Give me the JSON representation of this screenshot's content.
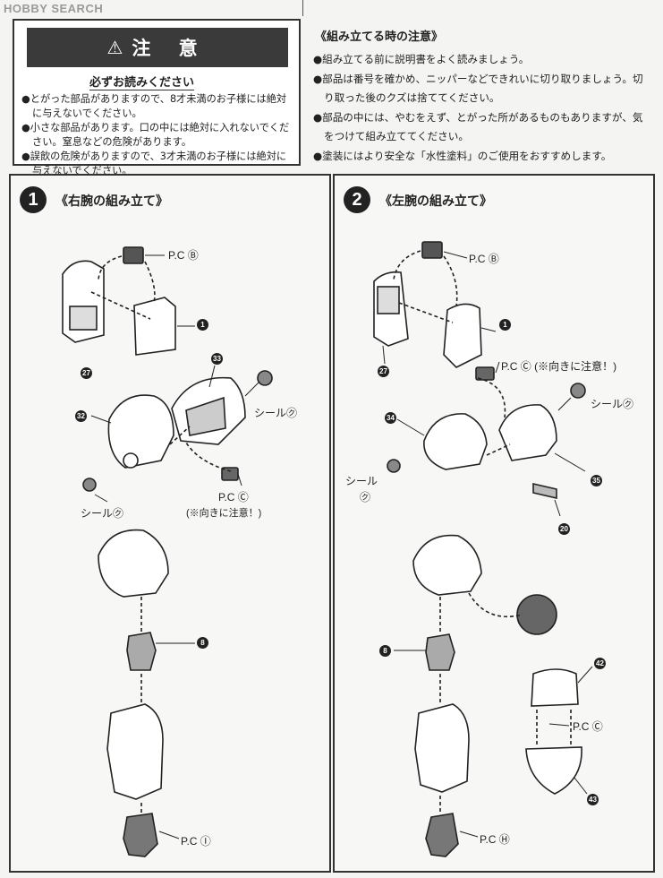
{
  "watermark": "HOBBY SEARCH",
  "warning": {
    "icon": "warning-triangle-icon",
    "title": "注 意",
    "subtitle": "必ずお読みください",
    "items": [
      "●とがった部品がありますので、8才未満のお子様には絶対に与えないでください。",
      "●小さな部品があります。口の中には絶対に入れないでください。窒息などの危険があります。",
      "●誤飲の危険がありますので、3才未満のお子様には絶対に与えないでください。"
    ]
  },
  "notes": {
    "title": "《組み立てる時の注意》",
    "items": [
      "●組み立てる前に説明書をよく読みましょう。",
      "●部品は番号を確かめ、ニッパーなどできれいに切り取りましょう。切り取った後のクズは捨ててください。",
      "●部品の中には、やむをえず、とがった所があるものもありますが、気をつけて組み立ててください。",
      "●塗装にはより安全な「水性塗料」のご使用をおすすめします。"
    ]
  },
  "step1": {
    "number": "1",
    "title": "《右腕の組み立て》",
    "labels": {
      "pcb": "P.C Ⓑ",
      "pcc": "P.C Ⓒ",
      "pcc_note": "(※向きに注意！)",
      "seal_k1": "シール㋗",
      "seal_k2": "シール㋗",
      "pci": "P.C Ⓘ"
    },
    "parts": [
      "27",
      "1",
      "33",
      "32",
      "8"
    ]
  },
  "step2": {
    "number": "2",
    "title": "《左腕の組み立て》",
    "labels": {
      "pcb": "P.C Ⓑ",
      "pcc": "P.C Ⓒ (※向きに注意！)",
      "seal_k1": "シール㋗",
      "seal_k2a": "シール",
      "seal_k2b": "㋗",
      "pcc2": "P.C Ⓒ",
      "pch": "P.C Ⓗ"
    },
    "parts": [
      "27",
      "1",
      "34",
      "35",
      "20",
      "8",
      "42",
      "43"
    ]
  }
}
